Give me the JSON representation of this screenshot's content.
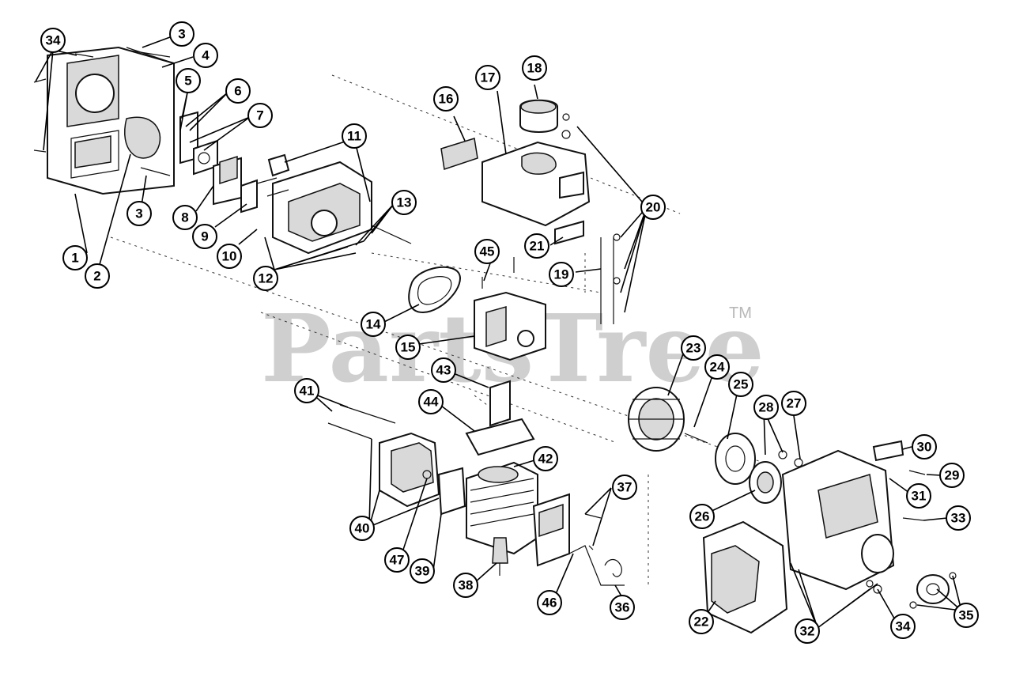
{
  "watermark": {
    "text": "PartsTree",
    "trademark": "TM"
  },
  "callouts": [
    {
      "id": "c34a",
      "label": "34"
    },
    {
      "id": "c3a",
      "label": "3"
    },
    {
      "id": "c4",
      "label": "4"
    },
    {
      "id": "c5",
      "label": "5"
    },
    {
      "id": "c6",
      "label": "6"
    },
    {
      "id": "c7",
      "label": "7"
    },
    {
      "id": "c11",
      "label": "11"
    },
    {
      "id": "c3b",
      "label": "3"
    },
    {
      "id": "c13",
      "label": "13"
    },
    {
      "id": "c8",
      "label": "8"
    },
    {
      "id": "c9",
      "label": "9"
    },
    {
      "id": "c10",
      "label": "10"
    },
    {
      "id": "c1",
      "label": "1"
    },
    {
      "id": "c2",
      "label": "2"
    },
    {
      "id": "c12",
      "label": "12"
    },
    {
      "id": "c16",
      "label": "16"
    },
    {
      "id": "c17",
      "label": "17"
    },
    {
      "id": "c18",
      "label": "18"
    },
    {
      "id": "c20",
      "label": "20"
    },
    {
      "id": "c21",
      "label": "21"
    },
    {
      "id": "c19",
      "label": "19"
    },
    {
      "id": "c45",
      "label": "45"
    },
    {
      "id": "c14",
      "label": "14"
    },
    {
      "id": "c15",
      "label": "15"
    },
    {
      "id": "c23",
      "label": "23"
    },
    {
      "id": "c24",
      "label": "24"
    },
    {
      "id": "c25",
      "label": "25"
    },
    {
      "id": "c28",
      "label": "28"
    },
    {
      "id": "c27",
      "label": "27"
    },
    {
      "id": "c30",
      "label": "30"
    },
    {
      "id": "c29",
      "label": "29"
    },
    {
      "id": "c31",
      "label": "31"
    },
    {
      "id": "c33",
      "label": "33"
    },
    {
      "id": "c26",
      "label": "26"
    },
    {
      "id": "c43",
      "label": "43"
    },
    {
      "id": "c41",
      "label": "41"
    },
    {
      "id": "c44",
      "label": "44"
    },
    {
      "id": "c42",
      "label": "42"
    },
    {
      "id": "c37",
      "label": "37"
    },
    {
      "id": "c40",
      "label": "40"
    },
    {
      "id": "c47",
      "label": "47"
    },
    {
      "id": "c39",
      "label": "39"
    },
    {
      "id": "c38",
      "label": "38"
    },
    {
      "id": "c46",
      "label": "46"
    },
    {
      "id": "c36",
      "label": "36"
    },
    {
      "id": "c22",
      "label": "22"
    },
    {
      "id": "c32",
      "label": "32"
    },
    {
      "id": "c34b",
      "label": "34"
    },
    {
      "id": "c35",
      "label": "35"
    }
  ]
}
